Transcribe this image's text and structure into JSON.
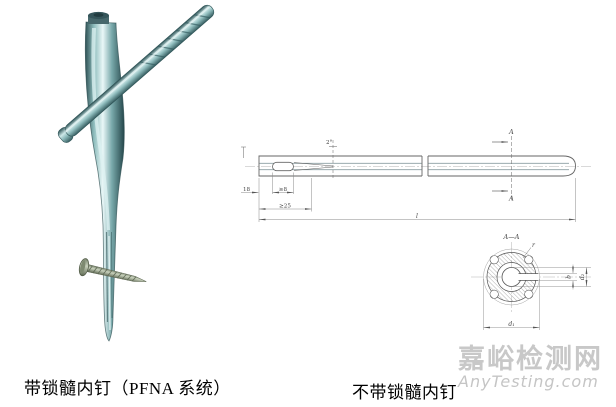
{
  "figures": {
    "left": {
      "caption": "带锁髓内钉（PFNA 系统）"
    },
    "right": {
      "caption": "不带锁髓内钉"
    }
  },
  "drawing": {
    "labels": {
      "dim_end_to_slot": "18",
      "dim_slot_length": "≥8",
      "dim_slot_region": "≥25",
      "taper_angle": "2°",
      "overall_length": "l",
      "section_arrow_top": "A",
      "section_arrow_bottom": "A",
      "section_title": "A—A",
      "leader": "r",
      "slot_width": "b",
      "inner_diameter": "d₂",
      "outer_diameter": "d₁"
    }
  },
  "watermark": {
    "title": "嘉峪检测网",
    "subtitle": "AnyTesting.com",
    "color": "#c8c8c8"
  },
  "colors": {
    "nail_teal_mid": "#6fa0a2",
    "nail_teal_highlight": "#ddf1f1",
    "nail_teal_dark": "#2b4b4f",
    "screw_gray": "#9aa78f",
    "drawing_line": "#666666"
  }
}
